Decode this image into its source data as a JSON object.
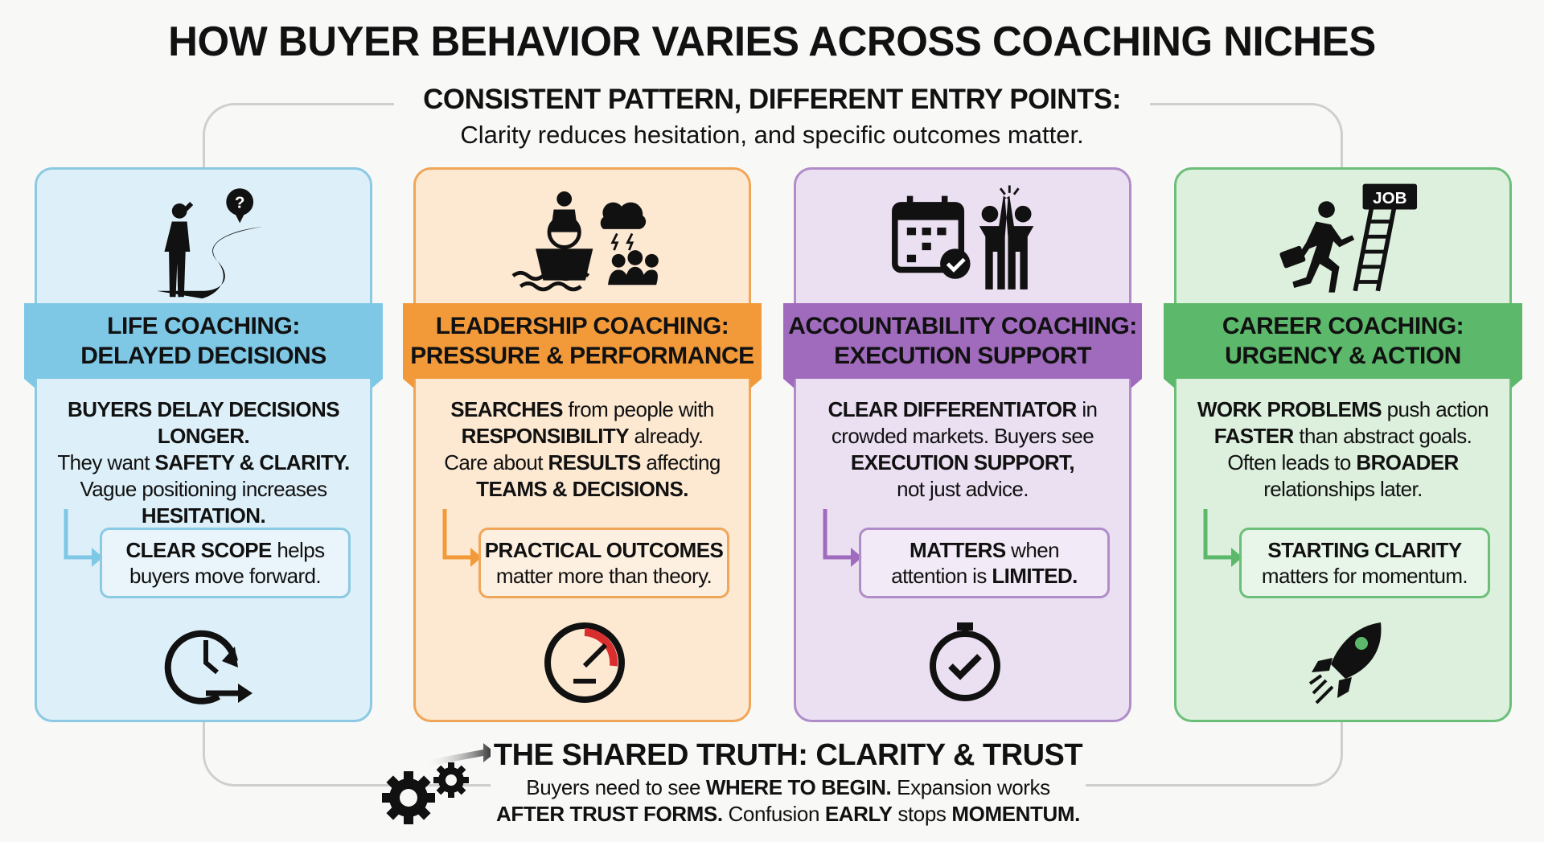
{
  "title": "HOW BUYER BEHAVIOR VARIES ACROSS COACHING NICHES",
  "subtitle": {
    "heading": "CONSISTENT PATTERN, DIFFERENT ENTRY POINTS:",
    "text": "Clarity reduces hesitation, and specific outcomes matter."
  },
  "cards": [
    {
      "id": "life",
      "color": "#7ec8e6",
      "border": "#8cc9e3",
      "bg": "#ddf0f9",
      "arrow": "#7ec8e6",
      "top_icon": "person-winding-road-question-icon",
      "bottom_icon": "clock-arrow-icon",
      "band": [
        "LIFE COACHING:",
        "DELAYED DECISIONS"
      ],
      "body": [
        [
          {
            "t": "BUYERS DELAY DECISIONS LONGER.",
            "b": true
          }
        ],
        [
          {
            "t": "They want ",
            "b": false
          },
          {
            "t": "SAFETY & CLARITY.",
            "b": true
          }
        ],
        [
          {
            "t": "Vague positioning increases",
            "b": false
          }
        ],
        [
          {
            "t": "HESITATION.",
            "b": true
          }
        ]
      ],
      "note": [
        [
          {
            "t": "CLEAR SCOPE",
            "b": true
          },
          {
            "t": " helps",
            "b": false
          }
        ],
        [
          {
            "t": "buyers move forward.",
            "b": false
          }
        ]
      ]
    },
    {
      "id": "leadership",
      "color": "#f29a3a",
      "border": "#f0a659",
      "bg": "#fde9d2",
      "arrow": "#f29a3a",
      "top_icon": "captain-ship-storm-team-icon",
      "bottom_icon": "speedometer-icon",
      "band": [
        "LEADERSHIP COACHING:",
        "PRESSURE & PERFORMANCE"
      ],
      "body": [
        [
          {
            "t": "SEARCHES",
            "b": true
          },
          {
            "t": " from people with",
            "b": false
          }
        ],
        [
          {
            "t": "RESPONSIBILITY",
            "b": true
          },
          {
            "t": " already.",
            "b": false
          }
        ],
        [
          {
            "t": "Care about ",
            "b": false
          },
          {
            "t": "RESULTS",
            "b": true
          },
          {
            "t": " affecting",
            "b": false
          }
        ],
        [
          {
            "t": "TEAMS & DECISIONS.",
            "b": true
          }
        ]
      ],
      "note": [
        [
          {
            "t": "PRACTICAL OUTCOMES",
            "b": true
          }
        ],
        [
          {
            "t": "matter more than theory.",
            "b": false
          }
        ]
      ]
    },
    {
      "id": "accountability",
      "color": "#a06bbd",
      "border": "#b08cc8",
      "bg": "#ebdff2",
      "arrow": "#a06bbd",
      "top_icon": "calendar-check-high-five-icon",
      "bottom_icon": "stopwatch-check-icon",
      "band": [
        "ACCOUNTABILITY COACHING:",
        "EXECUTION SUPPORT"
      ],
      "body": [
        [
          {
            "t": "CLEAR DIFFERENTIATOR",
            "b": true
          },
          {
            "t": " in",
            "b": false
          }
        ],
        [
          {
            "t": "crowded markets. Buyers see",
            "b": false
          }
        ],
        [
          {
            "t": "EXECUTION SUPPORT,",
            "b": true
          }
        ],
        [
          {
            "t": "not just advice.",
            "b": false
          }
        ]
      ],
      "note": [
        [
          {
            "t": "MATTERS",
            "b": true
          },
          {
            "t": " when",
            "b": false
          }
        ],
        [
          {
            "t": "attention is ",
            "b": false
          },
          {
            "t": "LIMITED.",
            "b": true
          }
        ]
      ]
    },
    {
      "id": "career",
      "color": "#5cb86a",
      "border": "#6cbf79",
      "bg": "#dcf0dd",
      "arrow": "#5cb86a",
      "top_icon": "person-running-job-ladder-icon",
      "top_icon_label": "JOB",
      "bottom_icon": "rocket-icon",
      "band": [
        "CAREER COACHING:",
        "URGENCY & ACTION"
      ],
      "body": [
        [
          {
            "t": "WORK PROBLEMS",
            "b": true
          },
          {
            "t": " push action",
            "b": false
          }
        ],
        [
          {
            "t": "FASTER",
            "b": true
          },
          {
            "t": " than abstract goals.",
            "b": false
          }
        ],
        [
          {
            "t": "Often leads to ",
            "b": false
          },
          {
            "t": "BROADER",
            "b": true
          }
        ],
        [
          {
            "t": "relationships later.",
            "b": false
          }
        ]
      ],
      "note": [
        [
          {
            "t": "STARTING CLARITY",
            "b": true
          }
        ],
        [
          {
            "t": "matters for momentum.",
            "b": false
          }
        ]
      ]
    }
  ],
  "footer": {
    "icon": "gears-arrow-icon",
    "heading": "THE SHARED TRUTH: CLARITY & TRUST",
    "lines": [
      [
        {
          "t": "Buyers need to see ",
          "b": false
        },
        {
          "t": "WHERE TO BEGIN.",
          "b": true
        },
        {
          "t": " Expansion works",
          "b": false
        }
      ],
      [
        {
          "t": "AFTER TRUST FORMS.",
          "b": true
        },
        {
          "t": " Confusion ",
          "b": false
        },
        {
          "t": "EARLY",
          "b": true
        },
        {
          "t": " stops ",
          "b": false
        },
        {
          "t": "MOMENTUM.",
          "b": true
        }
      ]
    ]
  }
}
